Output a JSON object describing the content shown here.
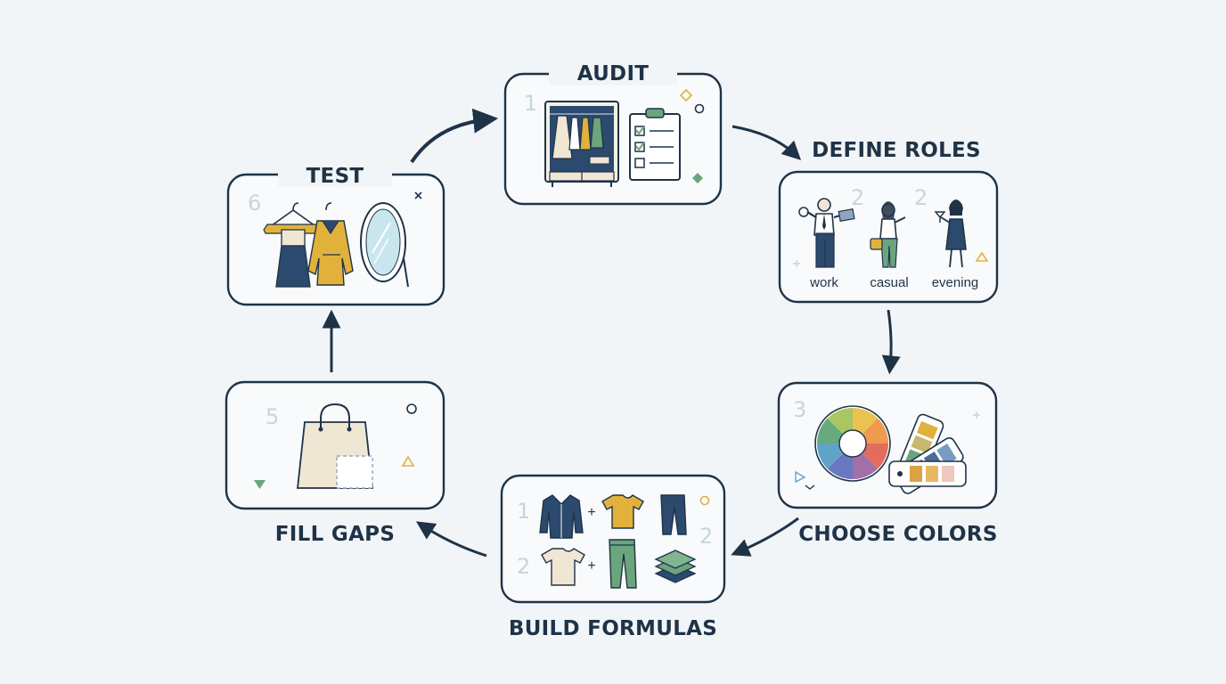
{
  "stages": {
    "audit": {
      "title": "AUDIT",
      "step": "1"
    },
    "define_roles": {
      "title": "DEFINE ROLES",
      "step_left": "2",
      "step_right": "2",
      "roles": [
        "work",
        "casual",
        "evening"
      ]
    },
    "choose_colors": {
      "title": "CHOOSE COLORS",
      "step": "3"
    },
    "build_formulas": {
      "title": "BUILD FORMULAS",
      "row1_num": "1",
      "row2_num": "2",
      "side_num": "2",
      "plus": "+"
    },
    "fill_gaps": {
      "title": "FILL GAPS",
      "step": "5"
    },
    "test": {
      "title": "TEST",
      "step": "6"
    }
  },
  "colors": {
    "ink": "#1f3347",
    "navy": "#2c4a6e",
    "mustard": "#e2b13c",
    "green": "#6aa57e",
    "cream": "#efe6d4",
    "background": "#f1f5f7"
  }
}
